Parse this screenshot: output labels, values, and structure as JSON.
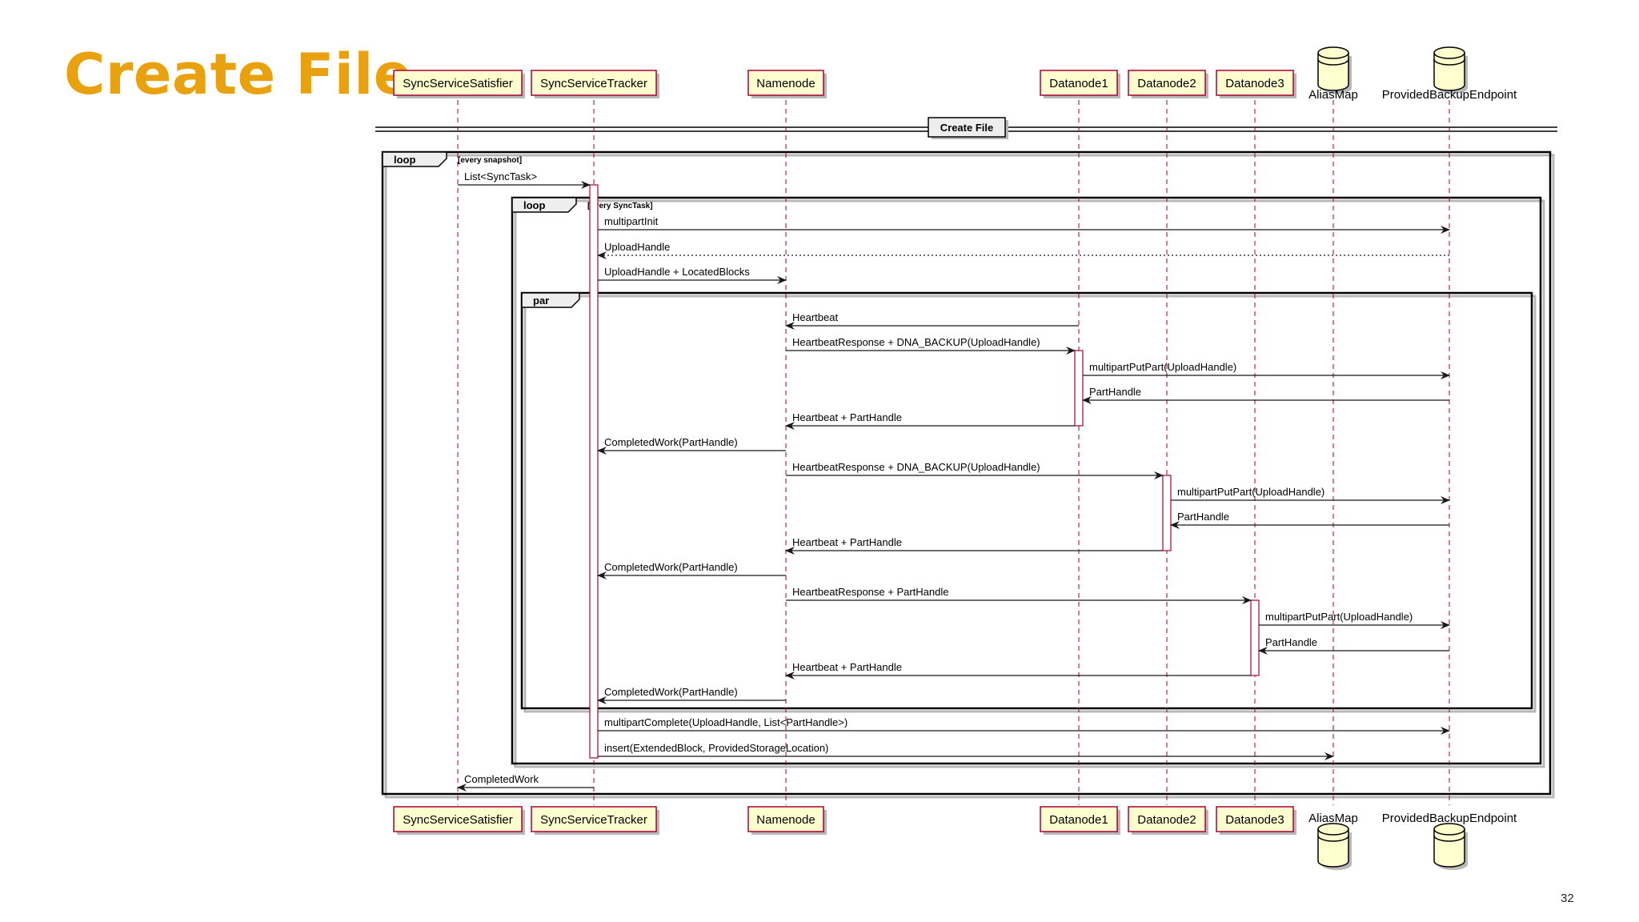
{
  "slide": {
    "title": "Create File",
    "page_number": "32"
  },
  "diagram": {
    "separator_label": "Create File",
    "participants": [
      {
        "id": "sss",
        "label": "SyncServiceSatisfier",
        "kind": "participant"
      },
      {
        "id": "sst",
        "label": "SyncServiceTracker",
        "kind": "participant"
      },
      {
        "id": "nn",
        "label": "Namenode",
        "kind": "participant"
      },
      {
        "id": "dn1",
        "label": "Datanode1",
        "kind": "participant"
      },
      {
        "id": "dn2",
        "label": "Datanode2",
        "kind": "participant"
      },
      {
        "id": "dn3",
        "label": "Datanode3",
        "kind": "participant"
      },
      {
        "id": "am",
        "label": "AliasMap",
        "kind": "database"
      },
      {
        "id": "pbe",
        "label": "ProvidedBackupEndpoint",
        "kind": "database"
      }
    ],
    "fragments": [
      {
        "type": "loop",
        "guard": "[every snapshot]"
      },
      {
        "type": "loop",
        "guard": "[every SyncTask]"
      },
      {
        "type": "par",
        "guard": ""
      }
    ],
    "messages": [
      {
        "from": "sss",
        "to": "sst",
        "label": "List<SyncTask>",
        "style": "solid"
      },
      {
        "from": "sst",
        "to": "pbe",
        "label": "multipartInit",
        "style": "solid"
      },
      {
        "from": "pbe",
        "to": "sst",
        "label": "UploadHandle",
        "style": "dotted"
      },
      {
        "from": "sst",
        "to": "nn",
        "label": "UploadHandle + LocatedBlocks",
        "style": "solid"
      },
      {
        "from": "dn1",
        "to": "nn",
        "label": "Heartbeat",
        "style": "solid"
      },
      {
        "from": "nn",
        "to": "dn1",
        "label": "HeartbeatResponse + DNA_BACKUP(UploadHandle)",
        "style": "solid"
      },
      {
        "from": "dn1",
        "to": "pbe",
        "label": "multipartPutPart(UploadHandle)",
        "style": "solid"
      },
      {
        "from": "pbe",
        "to": "dn1",
        "label": "PartHandle",
        "style": "solid"
      },
      {
        "from": "dn1",
        "to": "nn",
        "label": "Heartbeat + PartHandle",
        "style": "solid"
      },
      {
        "from": "nn",
        "to": "sst",
        "label": "CompletedWork(PartHandle)",
        "style": "solid"
      },
      {
        "from": "nn",
        "to": "dn2",
        "label": "HeartbeatResponse + DNA_BACKUP(UploadHandle)",
        "style": "solid"
      },
      {
        "from": "dn2",
        "to": "pbe",
        "label": "multipartPutPart(UploadHandle)",
        "style": "solid"
      },
      {
        "from": "pbe",
        "to": "dn2",
        "label": "PartHandle",
        "style": "solid"
      },
      {
        "from": "dn2",
        "to": "nn",
        "label": "Heartbeat + PartHandle",
        "style": "solid"
      },
      {
        "from": "nn",
        "to": "sst",
        "label": "CompletedWork(PartHandle)",
        "style": "solid"
      },
      {
        "from": "nn",
        "to": "dn3",
        "label": "HeartbeatResponse + PartHandle",
        "style": "solid"
      },
      {
        "from": "dn3",
        "to": "pbe",
        "label": "multipartPutPart(UploadHandle)",
        "style": "solid"
      },
      {
        "from": "pbe",
        "to": "dn3",
        "label": "PartHandle",
        "style": "solid"
      },
      {
        "from": "dn3",
        "to": "nn",
        "label": "Heartbeat + PartHandle",
        "style": "solid"
      },
      {
        "from": "nn",
        "to": "sst",
        "label": "CompletedWork(PartHandle)",
        "style": "solid"
      },
      {
        "from": "sst",
        "to": "pbe",
        "label": "multipartComplete(UploadHandle, List<PartHandle>)",
        "style": "solid"
      },
      {
        "from": "sst",
        "to": "am",
        "label": "insert(ExtendedBlock, ProvidedStorageLocation)",
        "style": "solid"
      },
      {
        "from": "sst",
        "to": "sss",
        "label": "CompletedWork",
        "style": "solid"
      }
    ],
    "colors": {
      "title": "#e9a10f",
      "participant_fill": "#fefece",
      "participant_border": "#a80036",
      "lifeline": "#a80036",
      "arrow": "#181818",
      "frame": "#000000",
      "shadow": "#b8b8b8"
    }
  }
}
